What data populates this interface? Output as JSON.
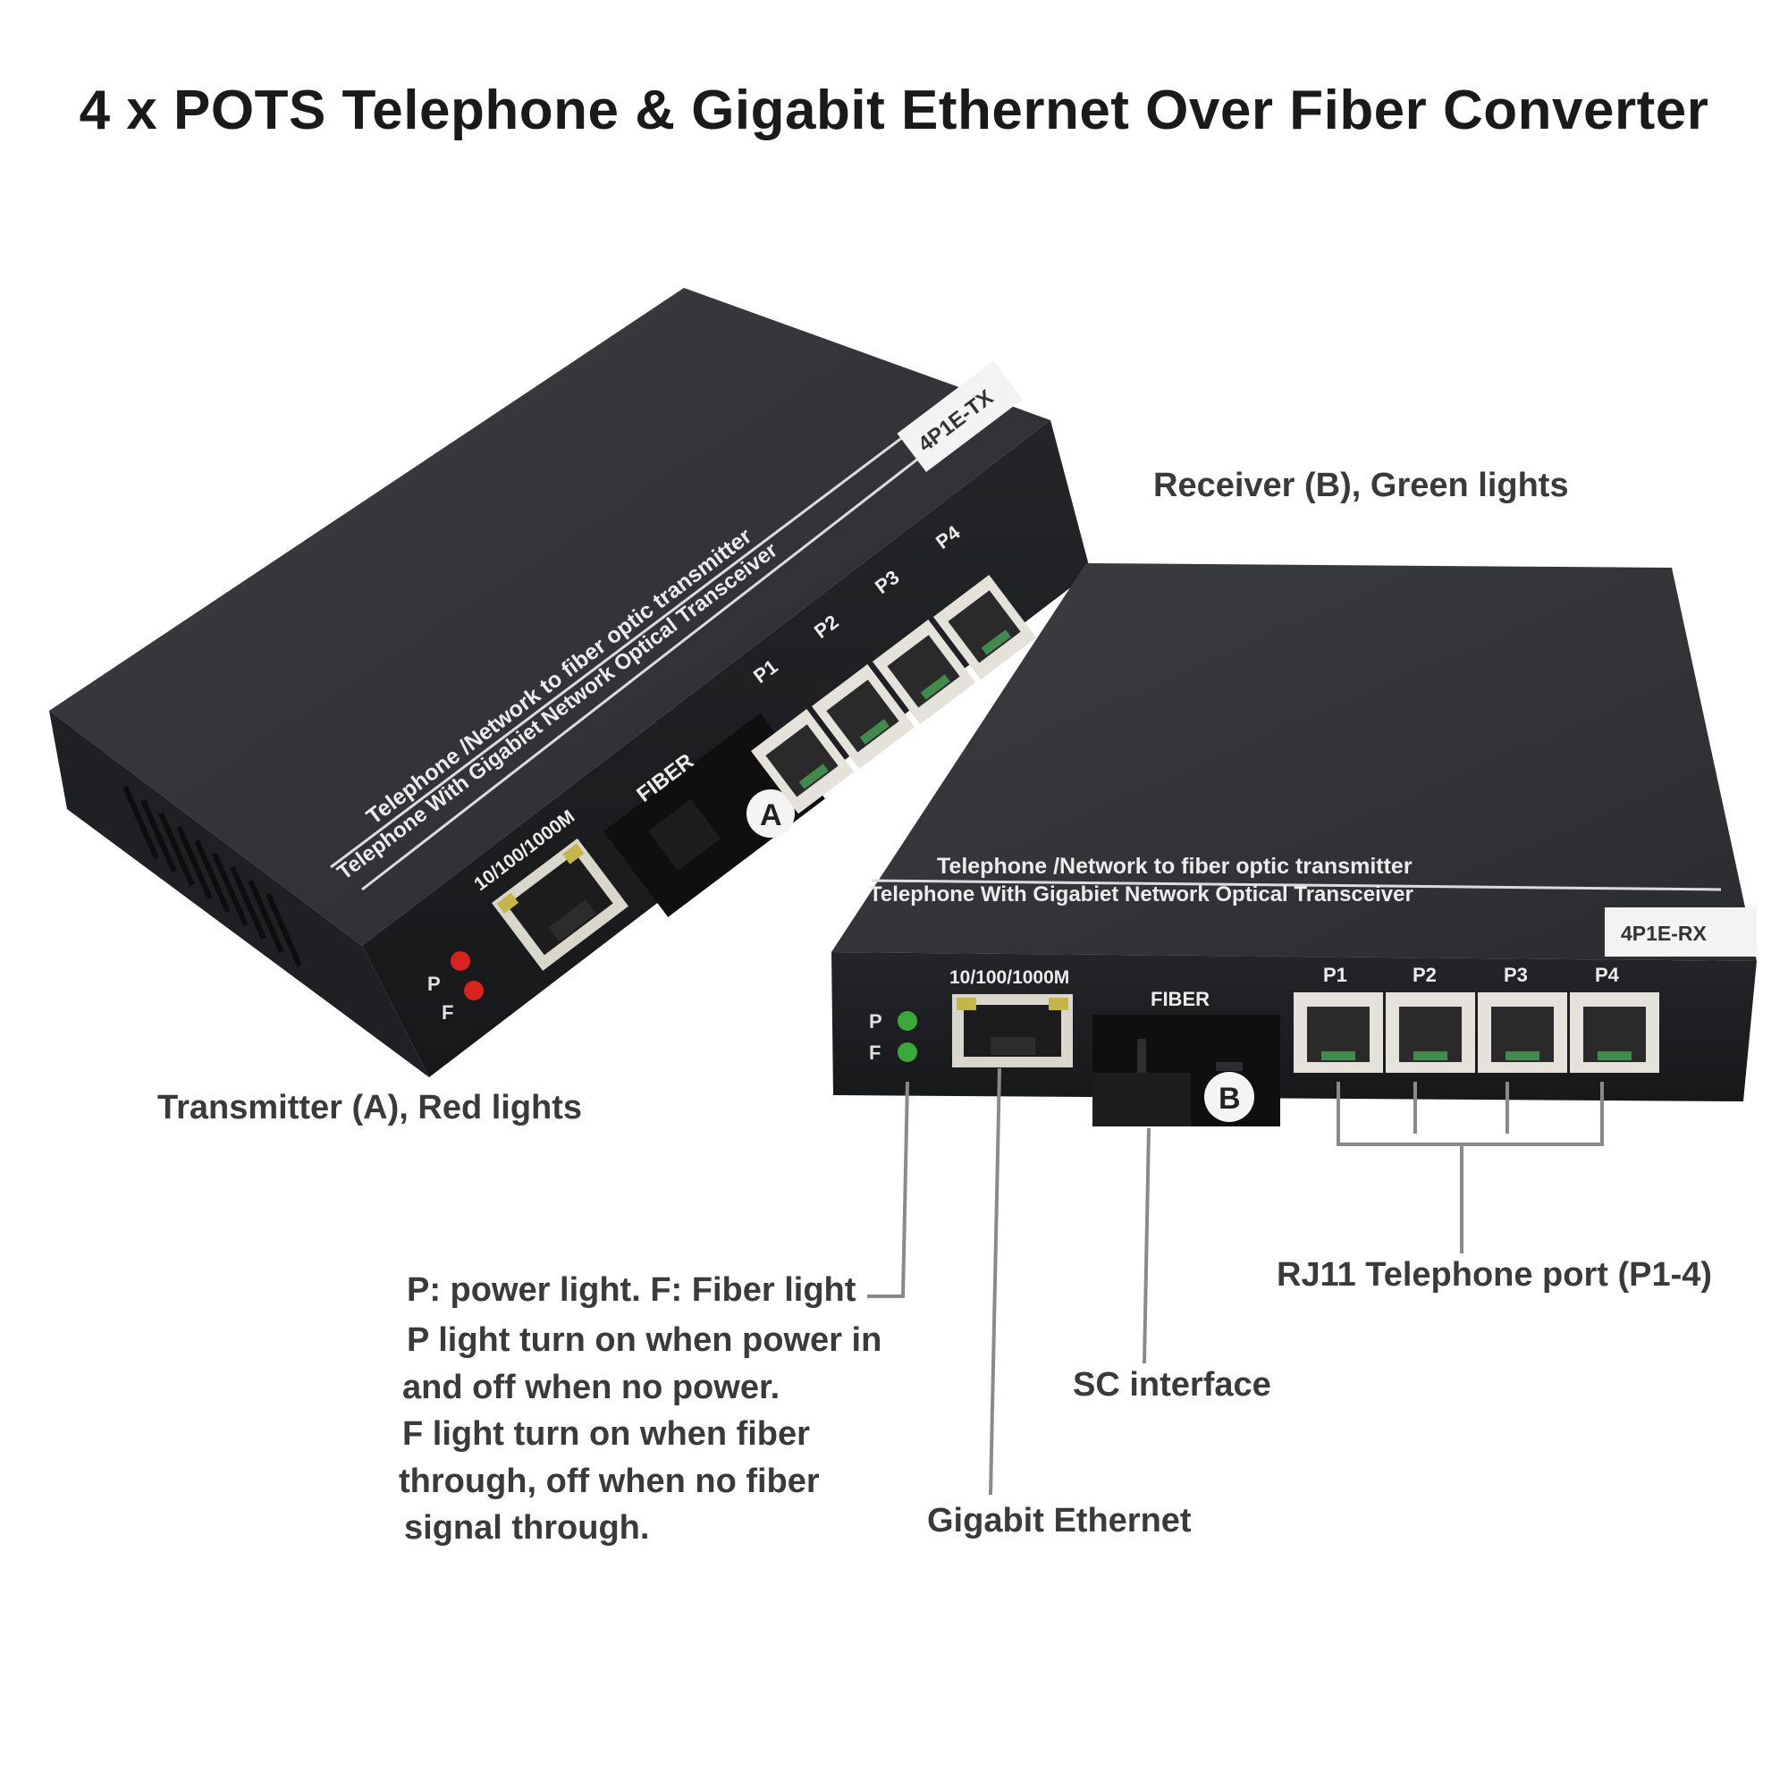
{
  "title": "4 x POTS Telephone & Gigabit Ethernet Over Fiber Converter",
  "callouts": {
    "receiver": "Receiver (B), Green lights",
    "transmitter": "Transmitter (A), Red lights",
    "leds": "P: power light. F: Fiber light",
    "rj11": "RJ11 Telephone port (P1-4)",
    "sc": "SC interface",
    "ethernet": "Gigabit Ethernet"
  },
  "led_notes": [
    "P light turn on when power in",
    "and off when no power.",
    "F light turn on when fiber",
    "through, off when no fiber",
    "signal through."
  ],
  "tx_unit": {
    "model": "4P1E-TX",
    "brand_line_1": "Telephone /Network to fiber optic transmitter",
    "brand_line_2": "Telephone With Gigabiet Network Optical  Transceiver",
    "eth_label": "10/100/1000M",
    "fiber_label": "FIBER",
    "fiber_badge": "A",
    "led_p": "P",
    "led_f": "F",
    "led_color": "#d8231e",
    "ports": [
      "P1",
      "P2",
      "P3",
      "P4"
    ]
  },
  "rx_unit": {
    "model": "4P1E-RX",
    "brand_line_1": "Telephone /Network to fiber optic transmitter",
    "brand_line_2": "Telephone With Gigabiet Network Optical  Transceiver",
    "eth_label": "10/100/1000M",
    "fiber_label": "FIBER",
    "fiber_badge": "B",
    "led_p": "P",
    "led_f": "F",
    "led_color": "#3aa83a",
    "ports": [
      "P1",
      "P2",
      "P3",
      "P4"
    ]
  }
}
